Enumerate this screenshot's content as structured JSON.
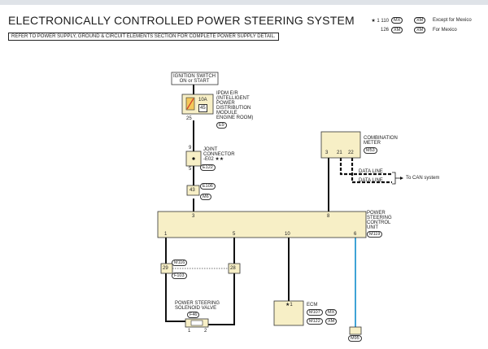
{
  "header": {
    "title": "ELECTRONICALLY CONTROLLED POWER STEERING SYSTEM",
    "note": "REFER TO POWER SUPPLY, GROUND & CIRCUIT ELEMENTS SECTION FOR COMPLETE POWER SUPPLY DETAIL."
  },
  "legend": {
    "rows": [
      {
        "value": "1 110",
        "star": "★",
        "code1": "MX",
        "code2": "XM",
        "desc": "Except for Mexico"
      },
      {
        "value": "126",
        "star": "",
        "code1": "XM",
        "code2": "XM",
        "desc": "For Mexico"
      }
    ]
  },
  "ignition": {
    "line1": "IGNITION SWITCH",
    "line2": "ON or START"
  },
  "ipdm": {
    "label_lines": [
      "IPDM E/R",
      "(INTELLIGENT",
      "POWER",
      "DISTRIBUTION",
      "MODULE",
      "ENGINE ROOM)"
    ],
    "connector": "E9",
    "fuse_amp": "10A",
    "fuse_no": "45",
    "pin": "25"
  },
  "joint": {
    "label_lines": [
      "JOINT",
      "CONNECTOR",
      "-E02"
    ],
    "stars": "★★",
    "connector": "E122",
    "pin_top": "9",
    "pin_bottom": "5"
  },
  "junction1": {
    "pin": "43",
    "conn_top": "E106",
    "conn_bottom": "M6"
  },
  "meter": {
    "label_lines": [
      "COMBINATION",
      "METER"
    ],
    "connector": "M53",
    "pins": [
      "3",
      "21",
      "22"
    ]
  },
  "can": {
    "line1": "DATA LINE",
    "line2": "DATA LINE",
    "dest": "To CAN system"
  },
  "pscu": {
    "label_lines": [
      "POWER",
      "STEERING",
      "CONTROL",
      "UNIT"
    ],
    "connector": "M119",
    "pins_top": [
      "3",
      "8"
    ],
    "pins_bottom": [
      "1",
      "5",
      "10",
      "6"
    ]
  },
  "junction2": {
    "pin_left": "29",
    "pin_right": "28",
    "conn_top": "M116",
    "conn_bottom": "F103"
  },
  "solenoid": {
    "label_lines": [
      "POWER STEERING",
      "SOLENOID VALVE"
    ],
    "connector": "F46",
    "pin_left": "1",
    "pin_right": "2"
  },
  "ecm": {
    "label": "ECM",
    "star_pin": "★1",
    "conn1": "M107",
    "conn1_tag": "MX",
    "conn2": "M122",
    "conn2_tag": "XM"
  },
  "ground": {
    "connector": "M95"
  },
  "colors": {
    "box_fill": "#f7efc6",
    "wire_black": "#111111",
    "wire_blue": "#3fa3d6",
    "fuse_red": "#d23b2a",
    "relay_fill": "#f3c85a"
  }
}
